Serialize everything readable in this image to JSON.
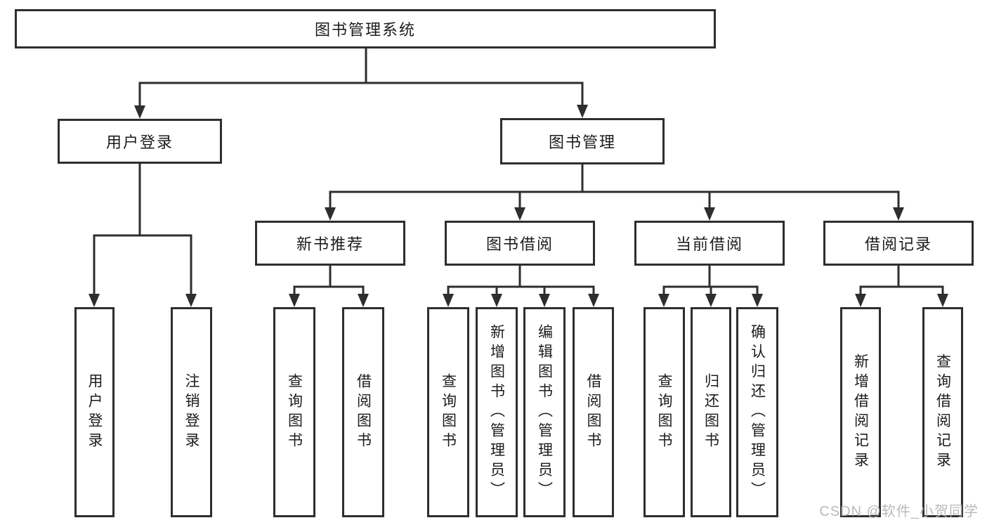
{
  "colors": {
    "line": "#2e2e2e",
    "text": "#1c1c1c",
    "background": "#ffffff",
    "watermark": "#b3b3b3"
  },
  "tree": {
    "root": "图书管理系统",
    "children": [
      {
        "label": "用户登录",
        "children": [
          "用户登录",
          "注销登录"
        ]
      },
      {
        "label": "图书管理",
        "children": [
          {
            "label": "新书推荐",
            "children": [
              "查询图书",
              "借阅图书"
            ]
          },
          {
            "label": "图书借阅",
            "children": [
              "查询图书",
              "新增图书（管理员）",
              "编辑图书（管理员）",
              "借阅图书"
            ]
          },
          {
            "label": "当前借阅",
            "children": [
              "查询图书",
              "归还图书",
              "确认归还（管理员）"
            ]
          },
          {
            "label": "借阅记录",
            "children": [
              "新增借阅记录",
              "查询借阅记录"
            ]
          }
        ]
      }
    ]
  },
  "watermark": {
    "text": "CSDN @软件_小贺同学"
  }
}
